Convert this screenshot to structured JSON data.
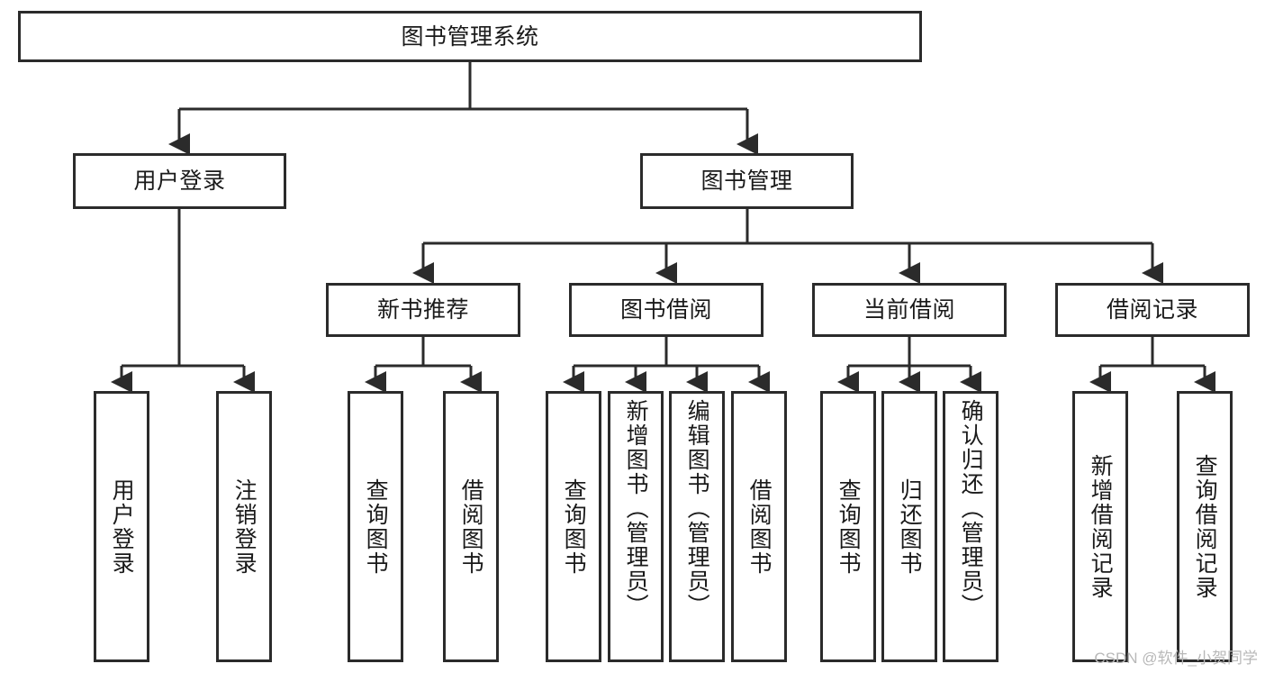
{
  "diagram": {
    "title": "图书管理系统",
    "type": "tree-hierarchy",
    "watermark": "CSDN @软件_小贺同学",
    "colors": {
      "stroke": "#2b2b2b",
      "fill": "#ffffff",
      "text": "#1a1a1a",
      "watermark": "#b8b8b8"
    },
    "root": {
      "label": "图书管理系统"
    },
    "level2": [
      {
        "label": "用户登录"
      },
      {
        "label": "图书管理"
      }
    ],
    "level3": [
      {
        "label": "新书推荐"
      },
      {
        "label": "图书借阅"
      },
      {
        "label": "当前借阅"
      },
      {
        "label": "借阅记录"
      }
    ],
    "leaves": {
      "user_login": [
        {
          "label": "用户登录"
        },
        {
          "label": "注销登录"
        }
      ],
      "new_book": [
        {
          "label": "查询图书"
        },
        {
          "label": "借阅图书"
        }
      ],
      "borrow_book": [
        {
          "label": "查询图书"
        },
        {
          "label": "新增图书（管理员）"
        },
        {
          "label": "编辑图书（管理员）"
        },
        {
          "label": "借阅图书"
        }
      ],
      "current_borrow": [
        {
          "label": "查询图书"
        },
        {
          "label": "归还图书"
        },
        {
          "label": "确认归还（管理员）"
        }
      ],
      "borrow_record": [
        {
          "label": "新增借阅记录"
        },
        {
          "label": "查询借阅记录"
        }
      ]
    }
  }
}
